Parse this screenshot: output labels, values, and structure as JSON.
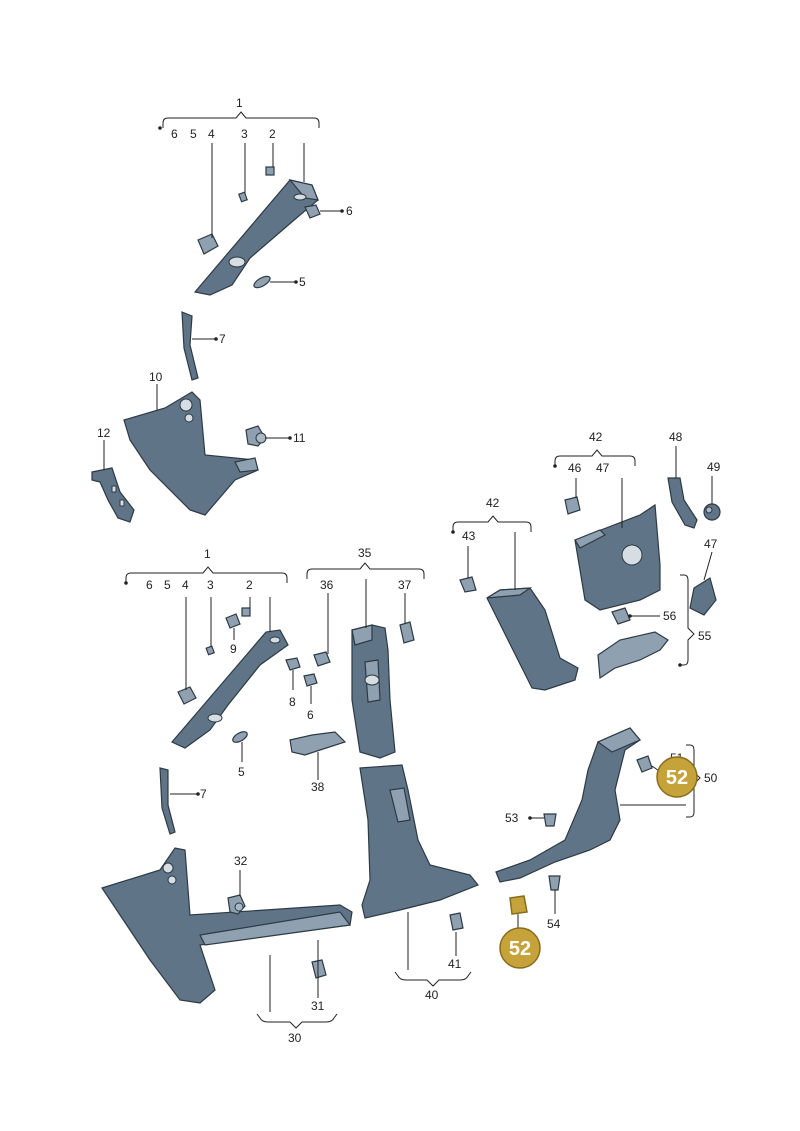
{
  "labels": {
    "l1a": "1",
    "l6a": "6",
    "l5a": "5",
    "l4a": "4",
    "l3a": "3",
    "l2a": "2",
    "l6b": "6",
    "l5b": "5",
    "l7a": "7",
    "l10": "10",
    "l11": "11",
    "l12": "12",
    "l42a": "42",
    "l46": "46",
    "l47a": "47",
    "l48": "48",
    "l49": "49",
    "l47b": "47",
    "l42b": "42",
    "l43": "43",
    "l56": "56",
    "l55": "55",
    "l1b": "1",
    "l6c": "6",
    "l5c": "5",
    "l4b": "4",
    "l3b": "3",
    "l2b": "2",
    "l9": "9",
    "l8": "8",
    "l6d": "6",
    "l5d": "5",
    "l7b": "7",
    "l35": "35",
    "l36": "36",
    "l37": "37",
    "l38": "38",
    "l32": "32",
    "l31": "31",
    "l30": "30",
    "l41": "41",
    "l40": "40",
    "l51": "51",
    "l50": "50",
    "l53": "53",
    "l54": "54"
  },
  "badges": {
    "b52a": "52",
    "b52b": "52"
  },
  "colors": {
    "part": "#5f7486",
    "badge": "#c6a23a"
  }
}
